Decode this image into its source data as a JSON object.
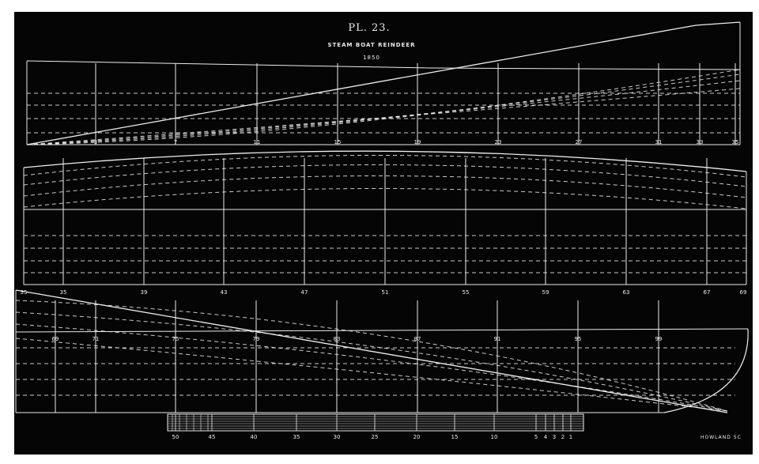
{
  "plate": {
    "title": "PL. 23.",
    "subtitle": "STEAM BOAT REINDEER",
    "year": "1850",
    "engraver": "HOWLAND SC",
    "colors": {
      "background": "#050505",
      "lines": "#ececec",
      "paper": "#ffffff"
    }
  },
  "panels": [
    {
      "id": "top",
      "frame_labels": [
        "3",
        "7",
        "11",
        "15",
        "19",
        "23",
        "27",
        "31",
        "33",
        "35"
      ]
    },
    {
      "id": "middle",
      "frame_labels": [
        "35",
        "35",
        "39",
        "43",
        "47",
        "51",
        "55",
        "59",
        "63",
        "67",
        "69"
      ]
    },
    {
      "id": "bottom",
      "frame_labels": [
        "69",
        "71",
        "75",
        "79",
        "83",
        "87",
        "91",
        "95",
        "99"
      ]
    }
  ],
  "scale": {
    "labels": [
      "50",
      "45",
      "40",
      "35",
      "30",
      "25",
      "20",
      "15",
      "10",
      "5",
      "4",
      "3",
      "2",
      "1"
    ]
  }
}
